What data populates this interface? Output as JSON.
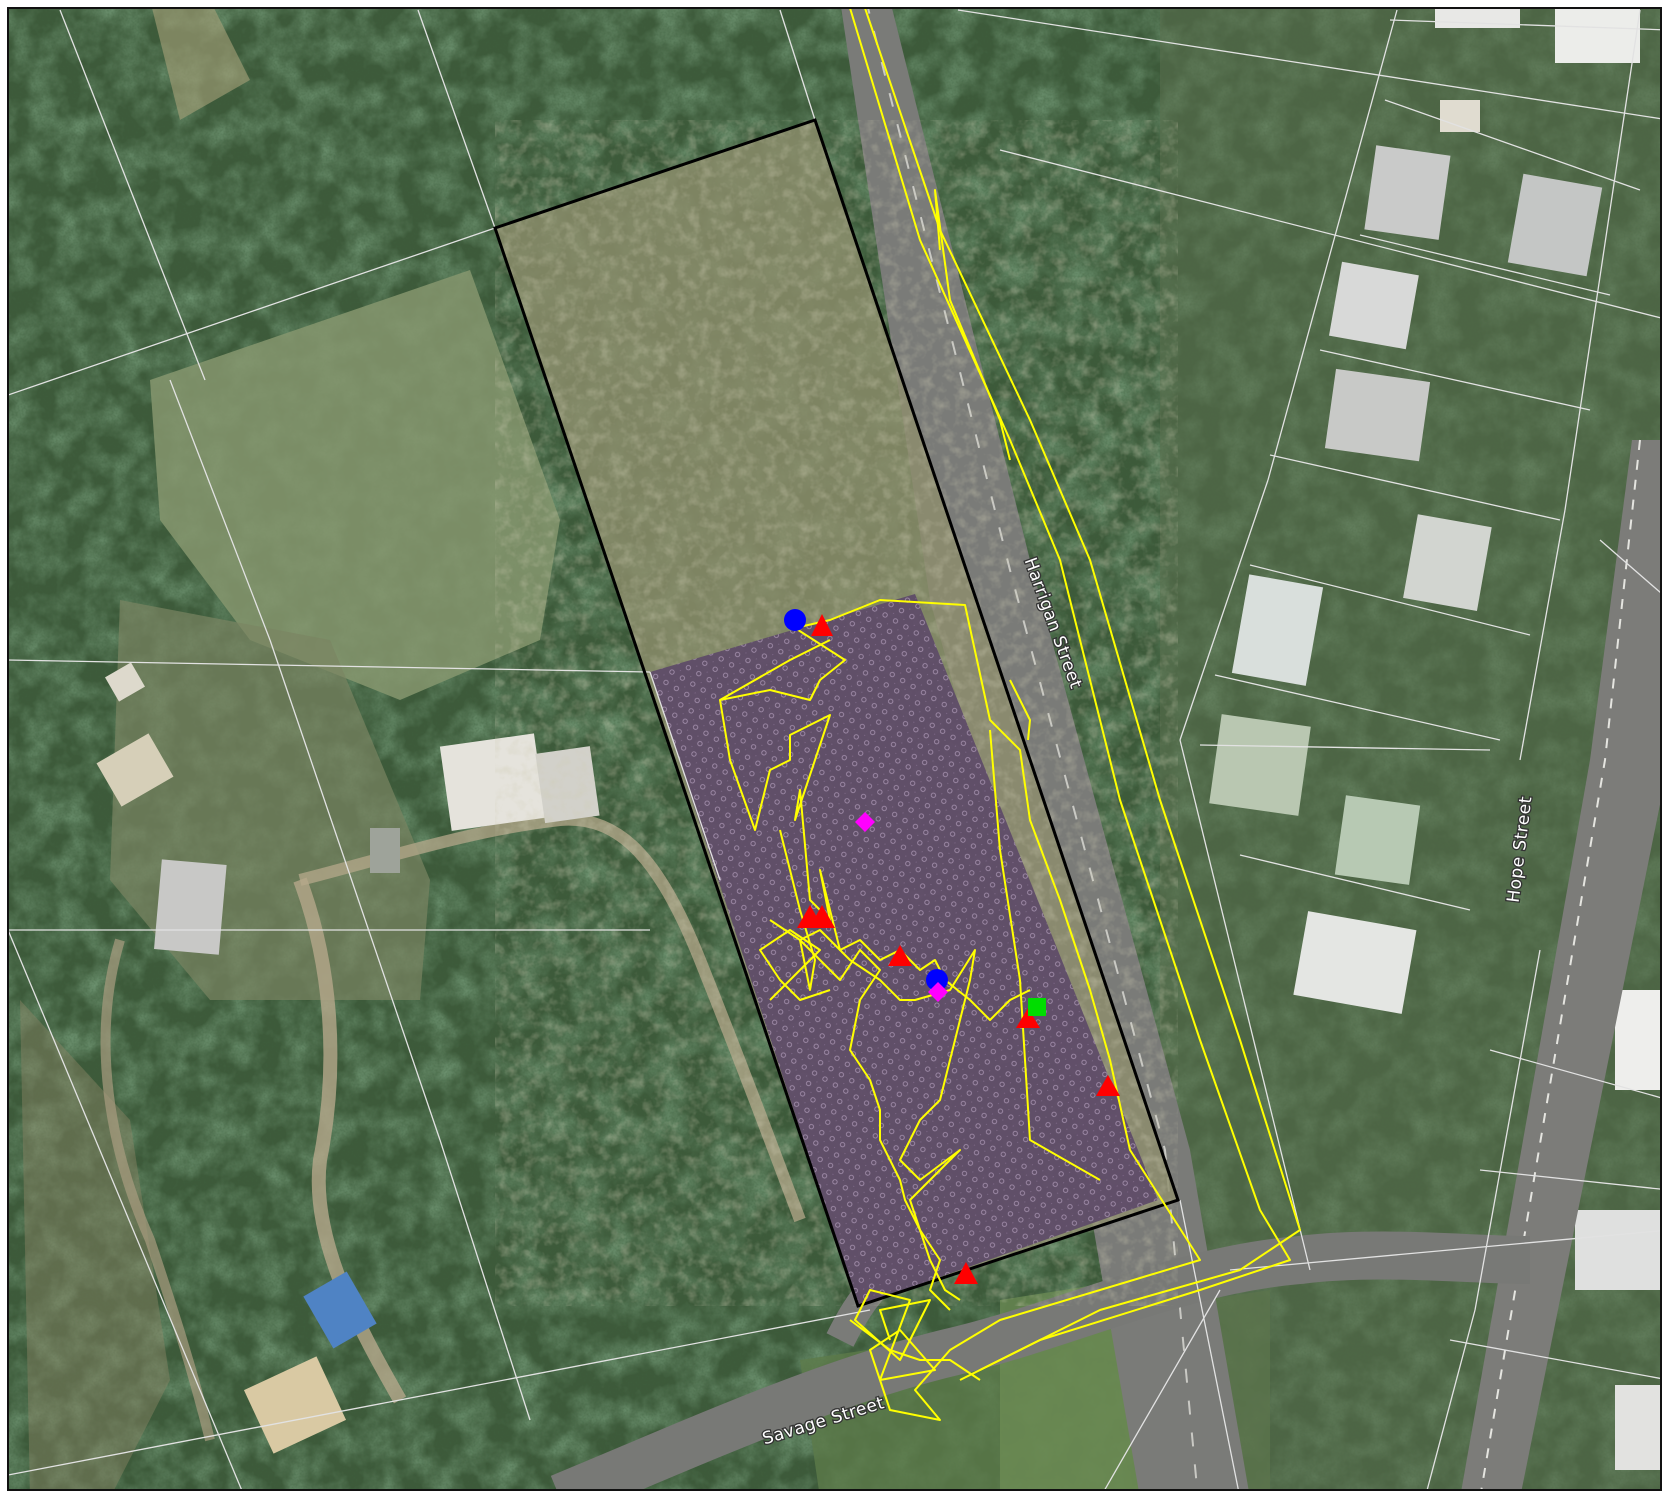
{
  "map": {
    "labels": {
      "harrigan": "Harrigan Street",
      "hope": "Hope Street",
      "savage": "Savage Street"
    },
    "colors": {
      "frame": "#111111",
      "property_outline": "#000000",
      "track": "#ffff00",
      "hatch_area": "#6a4f74",
      "cadastral": "#dddddd",
      "marker_circle": "#0000ff",
      "marker_triangle": "#ff0000",
      "marker_diamond": "#ff00ff",
      "marker_square": "#00dd00"
    },
    "markers": [
      {
        "shape": "circle",
        "color": "#0000ff",
        "icon": "blue-circle-marker"
      },
      {
        "shape": "circle",
        "color": "#0000ff",
        "icon": "blue-circle-marker"
      },
      {
        "shape": "triangle",
        "color": "#ff0000",
        "icon": "red-triangle-marker"
      },
      {
        "shape": "triangle",
        "color": "#ff0000",
        "icon": "red-triangle-marker"
      },
      {
        "shape": "triangle",
        "color": "#ff0000",
        "icon": "red-triangle-marker"
      },
      {
        "shape": "triangle",
        "color": "#ff0000",
        "icon": "red-triangle-marker"
      },
      {
        "shape": "triangle",
        "color": "#ff0000",
        "icon": "red-triangle-marker"
      },
      {
        "shape": "triangle",
        "color": "#ff0000",
        "icon": "red-triangle-marker"
      },
      {
        "shape": "triangle",
        "color": "#ff0000",
        "icon": "red-triangle-marker"
      },
      {
        "shape": "diamond",
        "color": "#ff00ff",
        "icon": "magenta-diamond-marker"
      },
      {
        "shape": "diamond",
        "color": "#ff00ff",
        "icon": "magenta-diamond-marker"
      },
      {
        "shape": "square",
        "color": "#00dd00",
        "icon": "green-square-marker"
      }
    ]
  }
}
